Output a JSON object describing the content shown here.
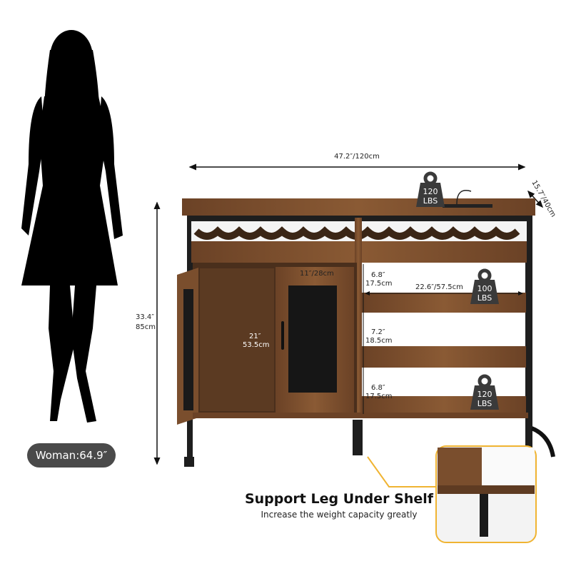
{
  "woman_badge": "Woman:64.9″",
  "dimensions": {
    "width": "47.2″/120cm",
    "depth": "15.7″/40cm",
    "height_in": "33.4″",
    "height_cm": "85cm",
    "door_width": "11″/28cm",
    "door_height_in": "21″",
    "door_height_cm": "53.5cm",
    "shelf_width": "22.6″/57.5cm",
    "shelf1_in": "6.8″",
    "shelf1_cm": "17.5cm",
    "shelf2_in": "7.2″",
    "shelf2_cm": "18.5cm",
    "shelf3_in": "6.8″",
    "shelf3_cm": "17.5cm"
  },
  "weights": [
    {
      "value": "120",
      "unit": "LBS"
    },
    {
      "value": "100",
      "unit": "LBS"
    },
    {
      "value": "120",
      "unit": "LBS"
    }
  ],
  "caption": {
    "title": "Support Leg Under Shelf",
    "subtitle": "Increase the weight capacity greatly"
  },
  "colors": {
    "wood": "#7a4e2d",
    "metal": "#1e1e1e",
    "accent": "#f0b432",
    "badge": "#4a4a4a"
  }
}
